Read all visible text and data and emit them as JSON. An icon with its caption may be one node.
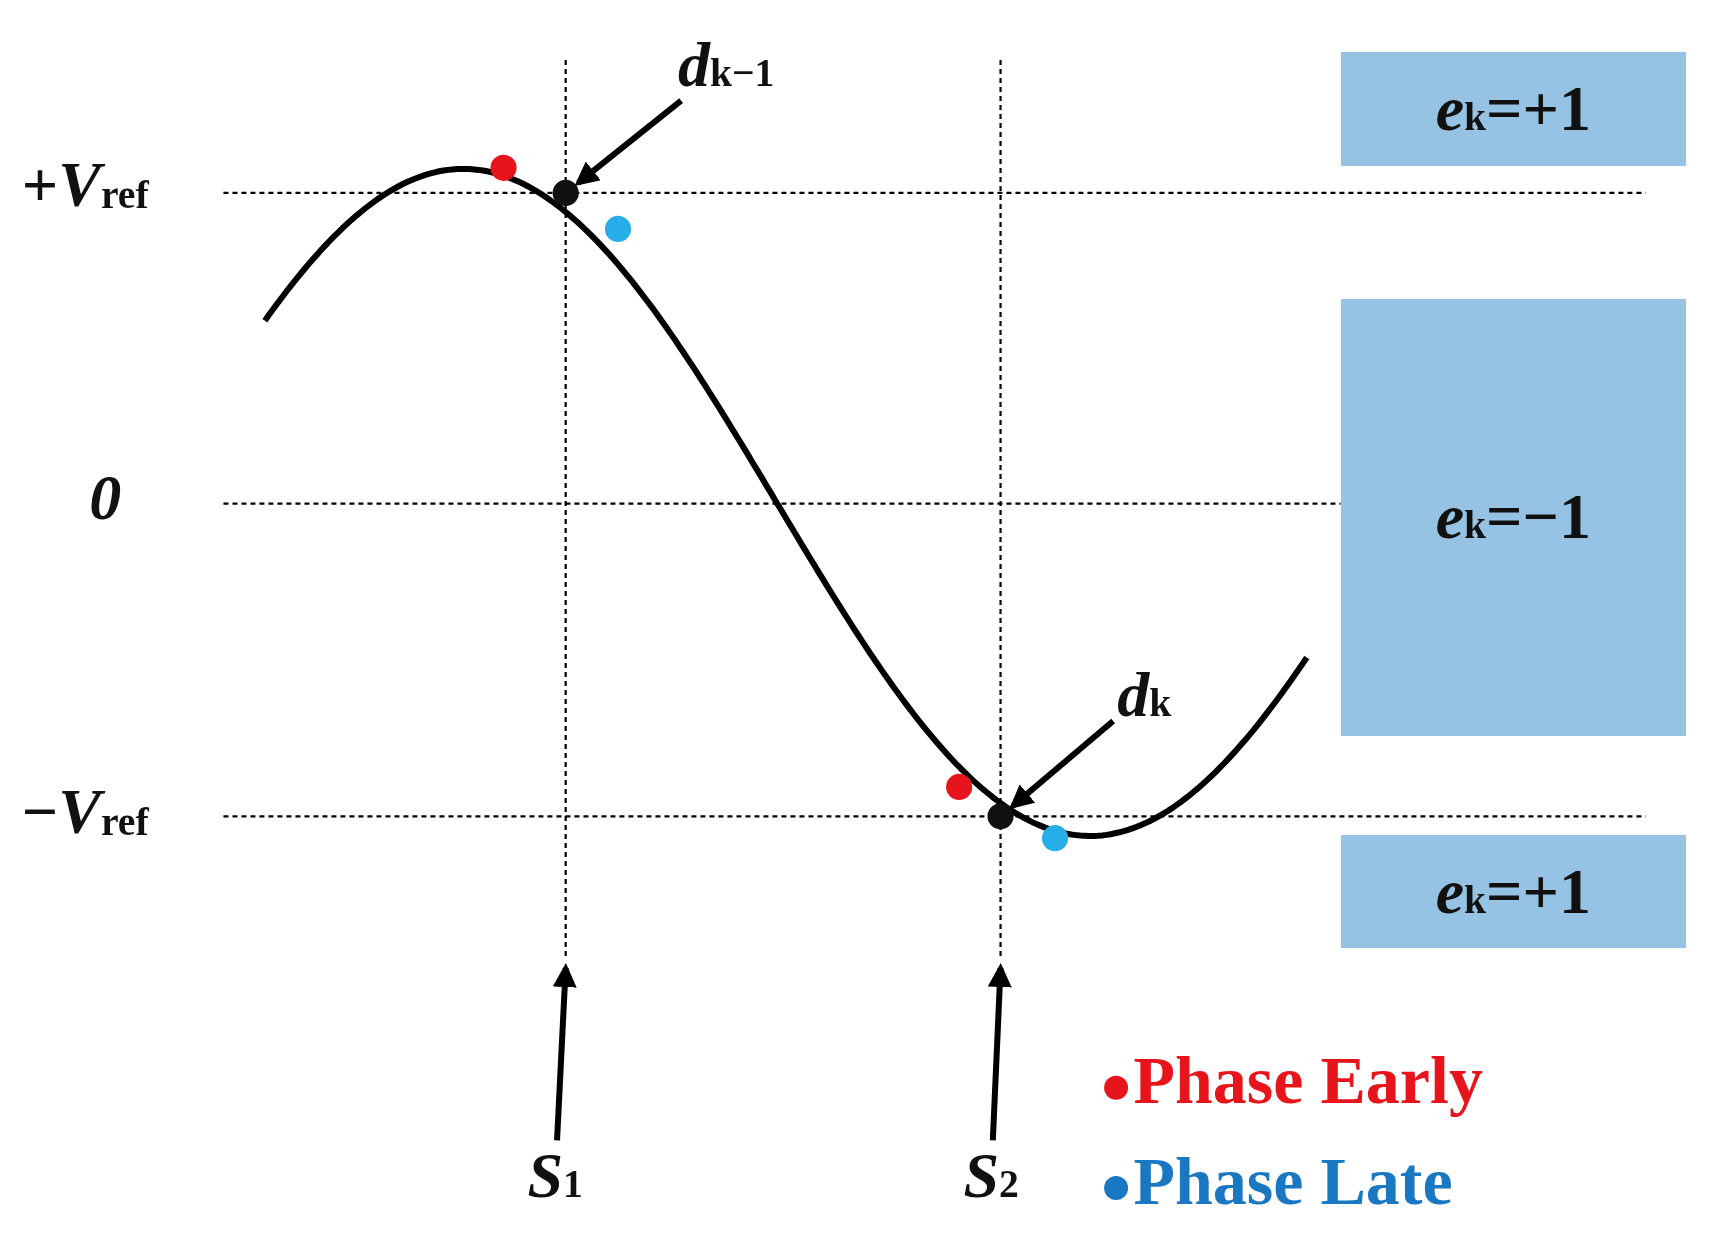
{
  "diagram": {
    "nodes": [
      {
        "text": [
          "*e*$_{k}$=+1"
        ]
      },
      {
        "text": [
          "*e*$_{k}$=−1"
        ]
      },
      {
        "text": [
          "*e*$_{k}$=+1"
        ]
      },
      {
        "text": [
          "*d*$_{k−1}$"
        ]
      },
      {
        "text": [],
        "shape": "circle"
      },
      {
        "text": [
          "*d*$_{k}$"
        ]
      },
      {
        "text": [],
        "shape": "circle"
      },
      {
        "text": [
          "*S*$_{1}$"
        ]
      },
      {
        "text": [
          "*S*$_{2}$"
        ]
      }
    ],
    "edges": [
      {
        "from": 3,
        "to": 4,
        "arrow": "to"
      },
      {
        "from": 5,
        "to": 6,
        "arrow": "to"
      },
      {
        "from": 7,
        "to": null,
        "arrow": "to"
      },
      {
        "from": 8,
        "to": null,
        "arrow": "to"
      }
    ],
    "labels": [
      "+*V*$_{ref}$",
      "0",
      "−*V*$_{ref}$"
    ],
    "legend": [
      {
        "text": "Phase Early",
        "color": "#e8141c"
      },
      {
        "text": "Phase Late",
        "color": "#1a78c2"
      }
    ]
  }
}
